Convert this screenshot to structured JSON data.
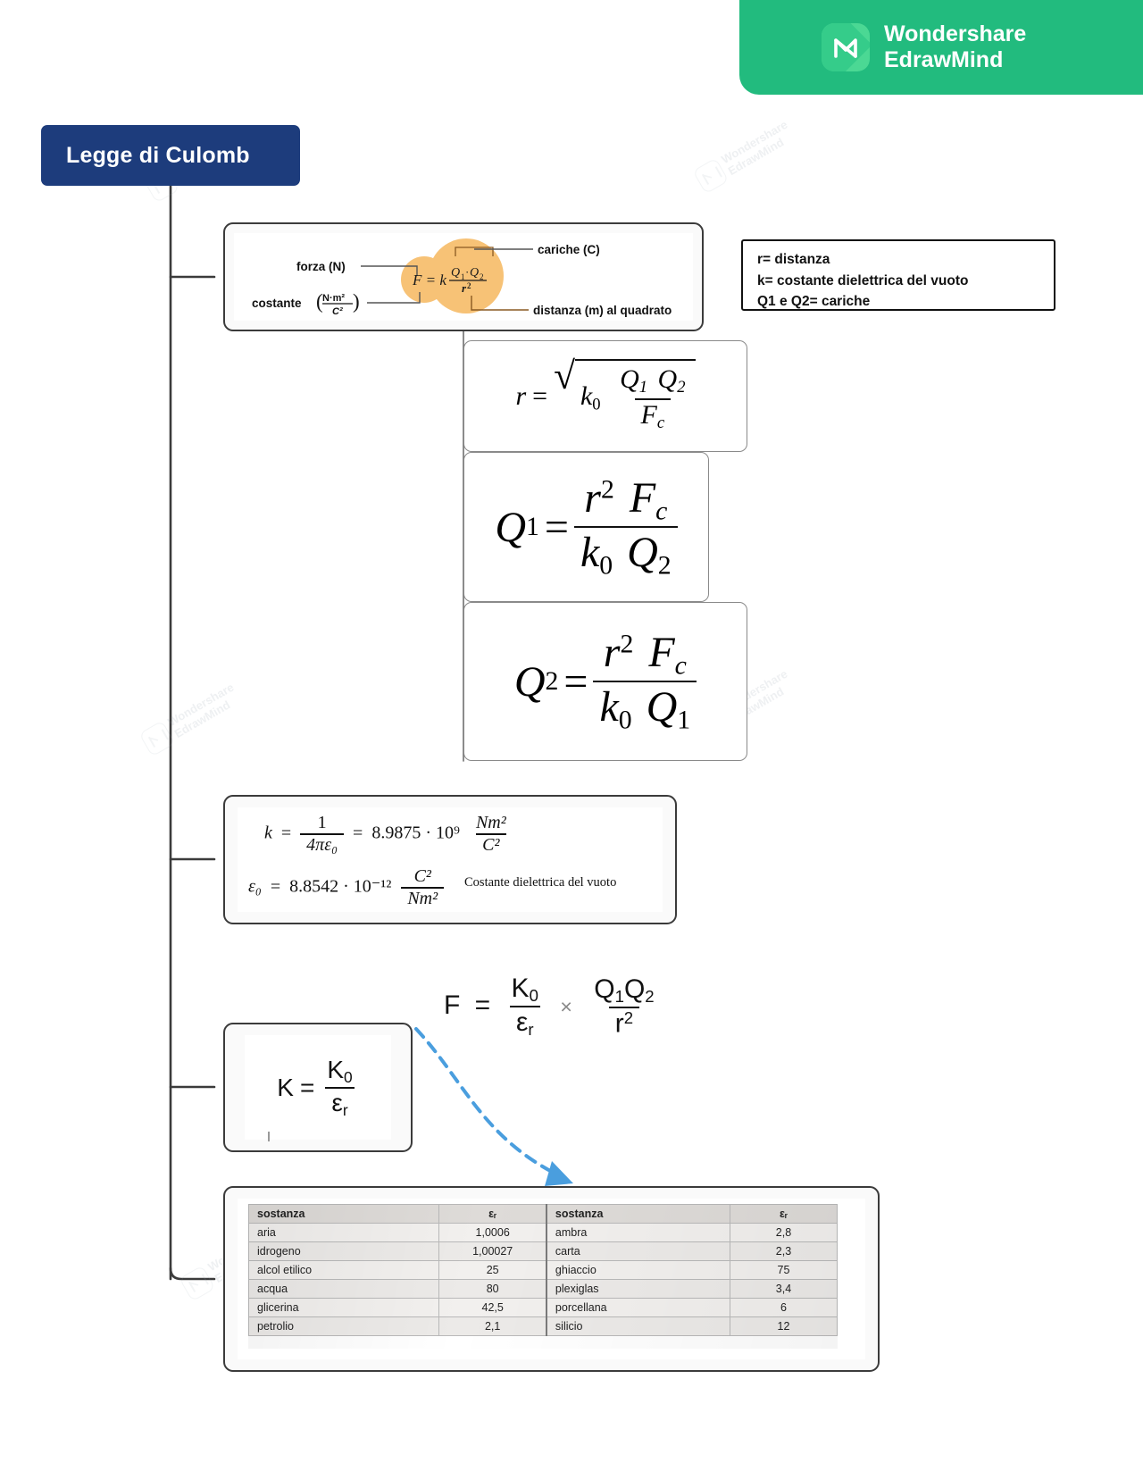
{
  "brand": {
    "line1": "Wondershare",
    "line2": "EdrawMind",
    "logo_icon": "edrawmind-logo-icon",
    "bg": "#22bb7e"
  },
  "watermark": {
    "line1": "Wondershare",
    "line2": "EdrawMind"
  },
  "root": {
    "title": "Legge di Culomb",
    "bg": "#1d3c7c",
    "text_color": "#ffffff"
  },
  "diagram": {
    "label_forza": "forza (N)",
    "label_costante": "costante",
    "costante_units_num": "N·m²",
    "costante_units_den": "C²",
    "label_cariche": "cariche (C)",
    "label_distanza": "distanza (m) al quadrato",
    "formula_lhs": "F = k",
    "formula_num": "Q₁·Q₂",
    "formula_den": "r²",
    "highlight_color": "#f7c276"
  },
  "legend": {
    "lines": [
      "r= distanza",
      "k= costante dielettrica del vuoto",
      "Q1 e Q2= cariche"
    ]
  },
  "formula_r": {
    "lhs": "r",
    "eq": "=",
    "k": "k",
    "k_sub": "0",
    "num_q1": "Q",
    "num_q1_sub": "1",
    "num_q2": "Q",
    "num_q2_sub": "2",
    "den_f": "F",
    "den_f_sub": "c"
  },
  "formula_q1": {
    "lhs": "Q",
    "lhs_sub": "1",
    "eq": "=",
    "num_r": "r",
    "num_r_sup": "2",
    "num_f": "F",
    "num_f_sub": "c",
    "den_k": "k",
    "den_k_sub": "0",
    "den_q": "Q",
    "den_q_sub": "2"
  },
  "formula_q2": {
    "lhs": "Q",
    "lhs_sub": "2",
    "eq": "=",
    "num_r": "r",
    "num_r_sup": "2",
    "num_f": "F",
    "num_f_sub": "c",
    "den_k": "k",
    "den_k_sub": "0",
    "den_q": "Q",
    "den_q_sub": "1"
  },
  "constants": {
    "k_lhs": "k",
    "k_eq1": "=",
    "k_frac_num": "1",
    "k_frac_den": "4πε₀",
    "k_eq2": "=",
    "k_value": "8.9875 · 10⁹",
    "k_unit_num": "Nm²",
    "k_unit_den": "C²",
    "e_lhs": "ε₀",
    "e_eq": "=",
    "e_value": "8.8542 · 10⁻¹²",
    "e_unit_num": "C²",
    "e_unit_den": "Nm²",
    "caption": "Costante dielettrica del vuoto"
  },
  "formula_k": {
    "lhs": "K",
    "eq": "=",
    "num": "K",
    "num_sub": "0",
    "den": "ε",
    "den_sub": "r"
  },
  "formula_f": {
    "lhs": "F",
    "eq": "=",
    "num1": "K",
    "num1_sub": "0",
    "den1": "ε",
    "den1_sub": "r",
    "times": "×",
    "num2_q1": "Q",
    "num2_q1_sub": "1",
    "num2_q2": "Q",
    "num2_q2_sub": "2",
    "den2": "r",
    "den2_sup": "2",
    "arrow_color": "#4a9ede"
  },
  "table": {
    "headers_left": {
      "name": "sostanza",
      "value": "εᵣ"
    },
    "headers_right": {
      "name": "sostanza",
      "value": "εᵣ"
    },
    "rows": [
      {
        "left_name": "aria",
        "left_value": "1,0006",
        "right_name": "ambra",
        "right_value": "2,8"
      },
      {
        "left_name": "idrogeno",
        "left_value": "1,00027",
        "right_name": "carta",
        "right_value": "2,3"
      },
      {
        "left_name": "alcol etilico",
        "left_value": "25",
        "right_name": "ghiaccio",
        "right_value": "75"
      },
      {
        "left_name": "acqua",
        "left_value": "80",
        "right_name": "plexiglas",
        "right_value": "3,4"
      },
      {
        "left_name": "glicerina",
        "left_value": "42,5",
        "right_name": "porcellana",
        "right_value": "6"
      },
      {
        "left_name": "petrolio",
        "left_value": "2,1",
        "right_name": "silicio",
        "right_value": "12"
      }
    ]
  }
}
